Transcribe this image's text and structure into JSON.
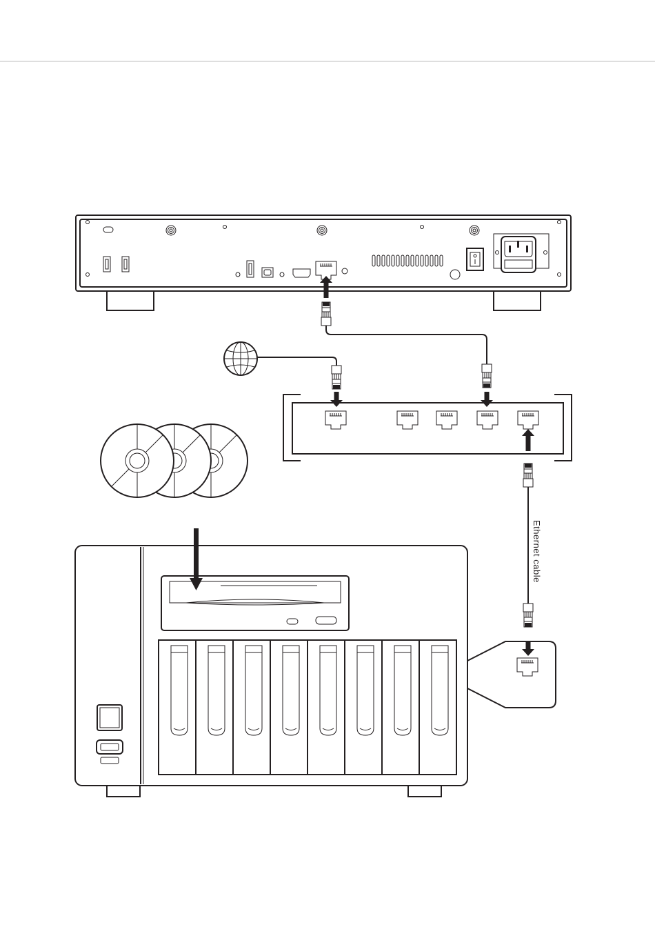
{
  "diagram": {
    "cable_label": "Ethernet cable"
  },
  "colors": {
    "line": "#231f20",
    "background": "#ffffff",
    "header_rule": "#bdbdbd"
  },
  "icons": {
    "internet": "globe-icon",
    "discs": "cd-disc-icon",
    "plug": "rj45-plug-icon",
    "port": "rj45-port-icon",
    "arrow": "arrow-icon"
  },
  "devices": {
    "player": "audio-player-rear-panel",
    "switch": "network-switch",
    "nas": "nas-ripper-front",
    "wall": "wall-ethernet-socket"
  }
}
